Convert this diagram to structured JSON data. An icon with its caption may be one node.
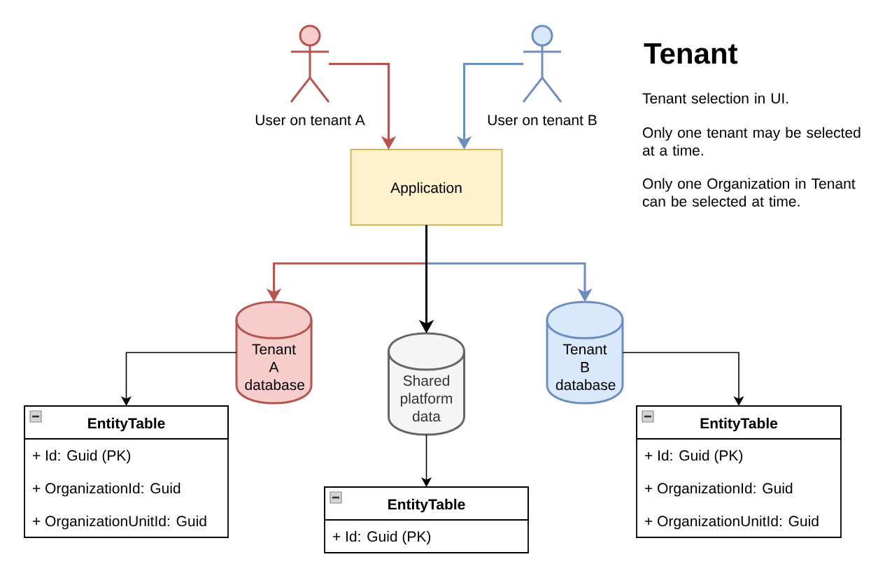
{
  "diagram": {
    "title": "Tenant",
    "nodes": [
      {
        "text": [],
        "shape": "person",
        "beside": [
          "User on tenant A"
        ]
      },
      {
        "text": [],
        "shape": "person",
        "beside": [
          "User on tenant B"
        ]
      },
      {
        "text": [
          "Application"
        ]
      },
      {
        "text": [
          "Tenant A database"
        ]
      },
      {
        "text": [
          "Shared platform data"
        ]
      },
      {
        "text": [
          "Tenant B database"
        ]
      },
      {
        "text": [
          "EntityTable",
          "+ Id: Guid (PK)",
          "+ OrganizationId: Guid",
          "+ OrganizationUnitId: Guid"
        ]
      },
      {
        "text": [
          "EntityTable",
          "+ Id: Guid (PK)"
        ]
      },
      {
        "text": [
          "EntityTable",
          "+ Id: Guid (PK)",
          "+ OrganizationId: Guid",
          "+ OrganizationUnitId: Guid"
        ]
      }
    ],
    "edges": [
      {
        "from": 0,
        "to": 2,
        "arrow": "to",
        "color": "#b85450"
      },
      {
        "from": 1,
        "to": 2,
        "arrow": "to",
        "color": "#6c8ebf"
      },
      {
        "from": 2,
        "to": 3,
        "arrow": "to",
        "color": "#b85450"
      },
      {
        "from": 2,
        "to": 4,
        "arrow": "to"
      },
      {
        "from": 2,
        "to": 5,
        "arrow": "to",
        "color": "#6c8ebf"
      },
      {
        "from": 3,
        "to": 6,
        "arrow": "to"
      },
      {
        "from": 4,
        "to": 7,
        "arrow": "to"
      },
      {
        "from": 5,
        "to": 8,
        "arrow": "to"
      }
    ],
    "labels": [
      "Tenant selection in UI.",
      "Only one tenant may be selected at a time.",
      "Only one Organization in Tenant can be selected at time."
    ]
  }
}
